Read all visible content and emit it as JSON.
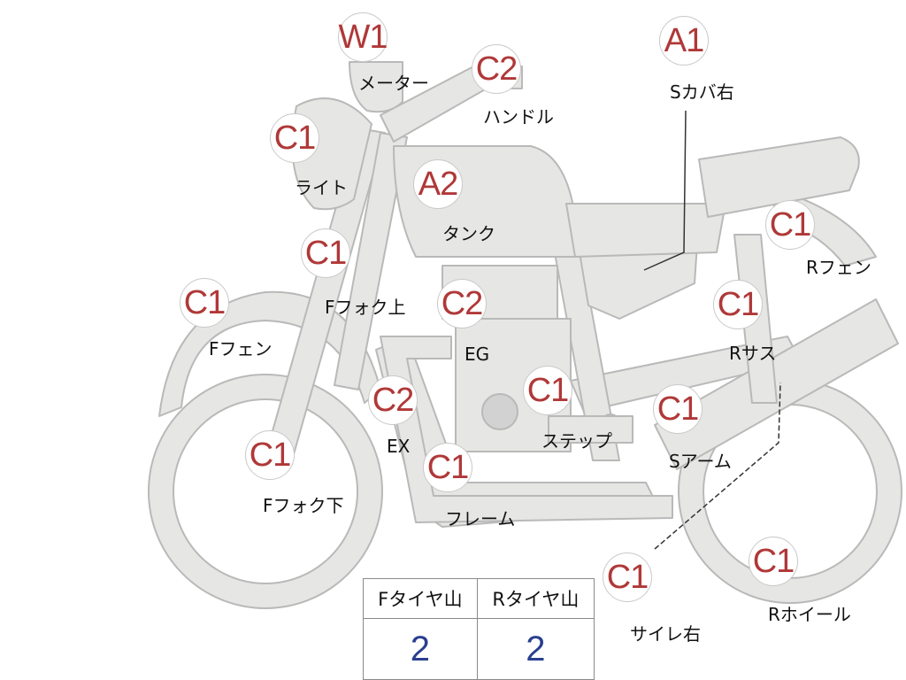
{
  "parts": [
    {
      "id": "meter",
      "grade": "W1",
      "label": "メーター"
    },
    {
      "id": "handle",
      "grade": "C2",
      "label": "ハンドル"
    },
    {
      "id": "side-cover-right",
      "grade": "A1",
      "label": "Sカバ右"
    },
    {
      "id": "light",
      "grade": "C1",
      "label": "ライト"
    },
    {
      "id": "tank",
      "grade": "A2",
      "label": "タンク"
    },
    {
      "id": "rear-fender",
      "grade": "C1",
      "label": "Rフェン"
    },
    {
      "id": "front-fork-upper",
      "grade": "C1",
      "label": "Fフォク上"
    },
    {
      "id": "front-fender",
      "grade": "C1",
      "label": "Fフェン"
    },
    {
      "id": "engine",
      "grade": "C2",
      "label": "EG"
    },
    {
      "id": "rear-suspension",
      "grade": "C1",
      "label": "Rサス"
    },
    {
      "id": "exhaust",
      "grade": "C2",
      "label": "EX"
    },
    {
      "id": "step",
      "grade": "C1",
      "label": "ステップ"
    },
    {
      "id": "swing-arm",
      "grade": "C1",
      "label": "Sアーム"
    },
    {
      "id": "front-fork-lower",
      "grade": "C1",
      "label": "Fフォク下"
    },
    {
      "id": "frame",
      "grade": "C1",
      "label": "フレーム"
    },
    {
      "id": "silencer-right",
      "grade": "C1",
      "label": "サイレ右"
    },
    {
      "id": "rear-wheel",
      "grade": "C1",
      "label": "Rホイール"
    }
  ],
  "tires": {
    "front_header": "Fタイヤ山",
    "rear_header": "Rタイヤ山",
    "front_value": "2",
    "rear_value": "2"
  },
  "colors": {
    "part_fill": "#e6e6e4",
    "part_stroke": "#b9b9b9",
    "grade_text": "#b03838",
    "tire_value_text": "#2a3f8f"
  }
}
